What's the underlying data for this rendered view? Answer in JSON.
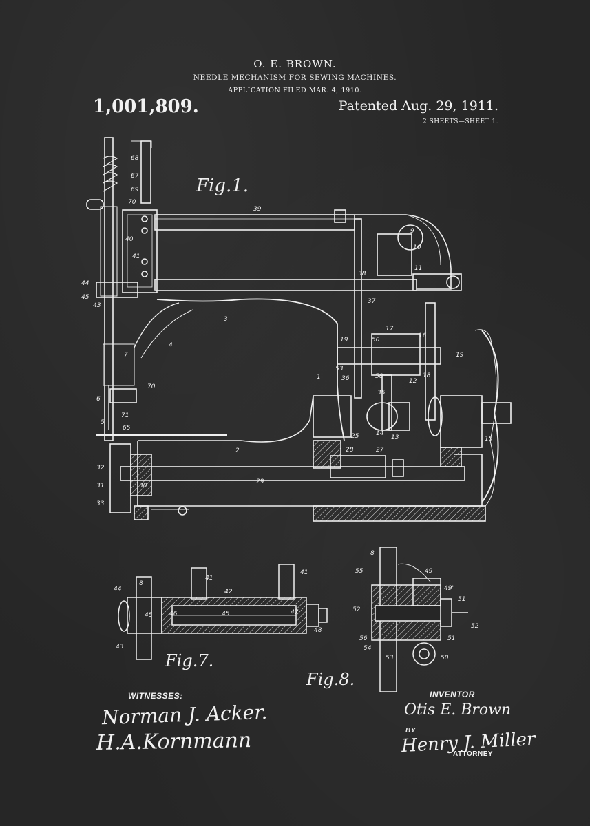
{
  "header": {
    "inventor": "O. E. BROWN.",
    "title": "NEEDLE MECHANISM FOR SEWING MACHINES.",
    "filed": "APPLICATION FILED MAR. 4, 1910.",
    "patent_number": "1,001,809.",
    "patented": "Patented Aug. 29, 1911.",
    "sheets": "2 SHEETS—SHEET 1."
  },
  "figures": {
    "fig1": "Fig.1.",
    "fig7": "Fig.7.",
    "fig8": "Fig.8."
  },
  "reference_numerals": {
    "fig1": [
      "68",
      "67",
      "69",
      "70",
      "40",
      "41",
      "44",
      "45",
      "43",
      "7",
      "6",
      "5",
      "71",
      "70",
      "65",
      "32",
      "31",
      "33",
      "30",
      "39",
      "3",
      "4",
      "2",
      "29",
      "9",
      "10",
      "11",
      "38",
      "37",
      "19",
      "53",
      "36",
      "58",
      "1",
      "50",
      "17",
      "16",
      "19",
      "18",
      "12",
      "35",
      "14",
      "13",
      "25",
      "28",
      "27",
      "15"
    ],
    "fig7": [
      "8",
      "41",
      "42",
      "41",
      "44",
      "45",
      "46",
      "45",
      "47",
      "48",
      "43"
    ],
    "fig8": [
      "8",
      "55",
      "49",
      "49'",
      "51",
      "52",
      "52",
      "56",
      "54",
      "53",
      "51",
      "50"
    ]
  },
  "signatures": {
    "witnesses_label": "WITNESSES:",
    "witness_1": "Norman J. Acker.",
    "witness_2": "H.A.Kornmann",
    "inventor_label": "INVENTOR",
    "inventor_signature": "Otis E. Brown",
    "by_label": "BY",
    "attorney_signature": "Henry J. Miller",
    "attorney_label": "ATTORNEY"
  },
  "colors": {
    "background": "#262626",
    "ink": "#f2f2f2"
  }
}
